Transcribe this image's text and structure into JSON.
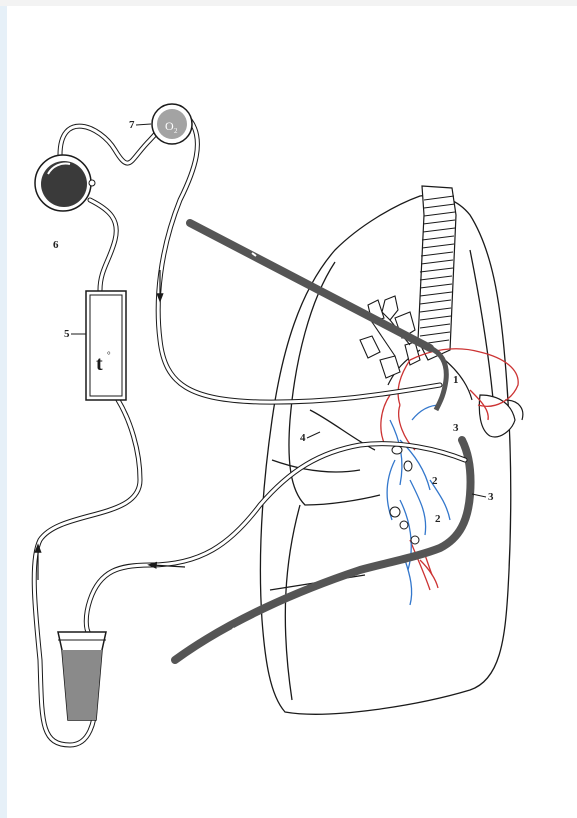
{
  "labels": {
    "n1": "1",
    "n2a": "2",
    "n2b": "2",
    "n3a": "3",
    "n3b": "3",
    "n4": "4",
    "n5": "5",
    "n6": "6",
    "n7": "7",
    "oxygen_main": "O",
    "oxygen_sub": "2",
    "temperature_main": "t",
    "temperature_mark": "°"
  },
  "colors": {
    "outline": "#1a1a1a",
    "tube_fill": "#ffffff",
    "dark_tube": "#555555",
    "reservoir_liquid": "#8a8a8a",
    "oxygen_tank": "#a3a3a3",
    "pump": "#3a3a3a",
    "artery": "#cc3333",
    "vein": "#3377cc",
    "side_strip": "#e6f0f8"
  },
  "icons": {
    "pump": "pump-icon",
    "oxygen_tank": "oxygen-tank-icon",
    "heat_exchanger": "heat-exchanger-icon",
    "reservoir": "reservoir-cup-icon",
    "lung": "lung-outline-icon",
    "trachea": "trachea-icon"
  }
}
